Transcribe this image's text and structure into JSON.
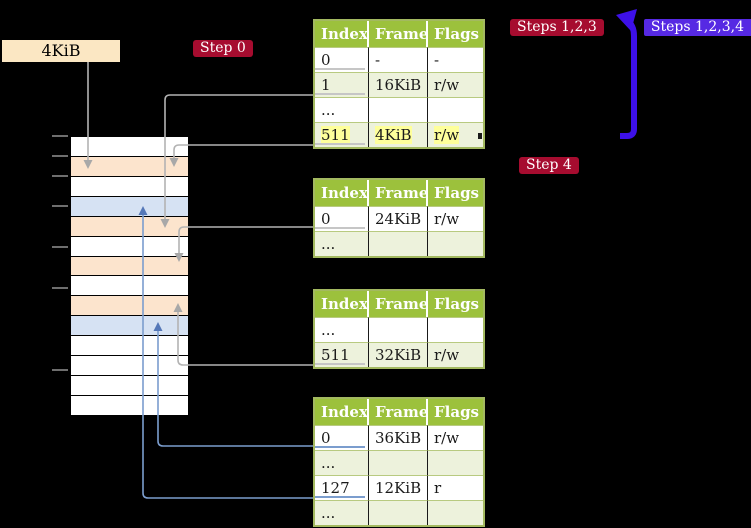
{
  "labels": {
    "frame_size": "4KiB",
    "step0": "Step 0",
    "steps123": "Steps 1,2,3",
    "steps1234": "Steps 1,2,3,4",
    "step4": "Step 4"
  },
  "table_headers": [
    "Index",
    "Frame",
    "Flags"
  ],
  "tables": [
    {
      "name": "page-table-1",
      "rows": [
        {
          "cells": [
            "0",
            "-",
            "-"
          ],
          "shade": false,
          "link": "gray",
          "hl": false
        },
        {
          "cells": [
            "1",
            "16KiB",
            "r/w"
          ],
          "shade": true,
          "link": "gray",
          "hl": false
        },
        {
          "cells": [
            "...",
            "",
            ""
          ],
          "shade": false,
          "link": null,
          "hl": false
        },
        {
          "cells": [
            "511",
            "4KiB",
            "r/w"
          ],
          "shade": true,
          "link": "gray",
          "hl": true
        }
      ]
    },
    {
      "name": "page-table-2",
      "rows": [
        {
          "cells": [
            "0",
            "24KiB",
            "r/w"
          ],
          "shade": false,
          "link": "gray",
          "hl": false
        },
        {
          "cells": [
            "...",
            "",
            ""
          ],
          "shade": true,
          "link": null,
          "hl": false
        }
      ]
    },
    {
      "name": "page-table-3",
      "rows": [
        {
          "cells": [
            "...",
            "",
            ""
          ],
          "shade": false,
          "link": null,
          "hl": false
        },
        {
          "cells": [
            "511",
            "32KiB",
            "r/w"
          ],
          "shade": true,
          "link": "gray",
          "hl": false
        }
      ]
    },
    {
      "name": "page-table-4",
      "rows": [
        {
          "cells": [
            "0",
            "36KiB",
            "r/w"
          ],
          "shade": false,
          "link": "blue",
          "hl": false
        },
        {
          "cells": [
            "...",
            "",
            ""
          ],
          "shade": true,
          "link": null,
          "hl": false
        },
        {
          "cells": [
            "127",
            "12KiB",
            "r"
          ],
          "shade": false,
          "link": "blue",
          "hl": false
        },
        {
          "cells": [
            "...",
            "",
            ""
          ],
          "shade": true,
          "link": null,
          "hl": false
        }
      ]
    }
  ],
  "memory": {
    "rows": [
      "white",
      "peach",
      "white",
      "blue",
      "peach",
      "white",
      "peach",
      "white",
      "peach",
      "blue",
      "white",
      "white",
      "white",
      "white"
    ]
  },
  "colors": {
    "background": "#000000",
    "table_header_green": "#9cc13c",
    "table_row_green": "#edf2dc",
    "highlight_yellow": "#feff9b",
    "badge_red": "#a60c2f",
    "badge_purple": "#5629e3",
    "big_arrow_blue": "#3d10e8",
    "connector_gray": "#b3b3b3",
    "connector_blue": "#7b9dce",
    "frame_label_bg": "#fbe7c3",
    "memory_table_frame": "#fce4cd",
    "memory_mapped_page": "#d6e2f3"
  }
}
